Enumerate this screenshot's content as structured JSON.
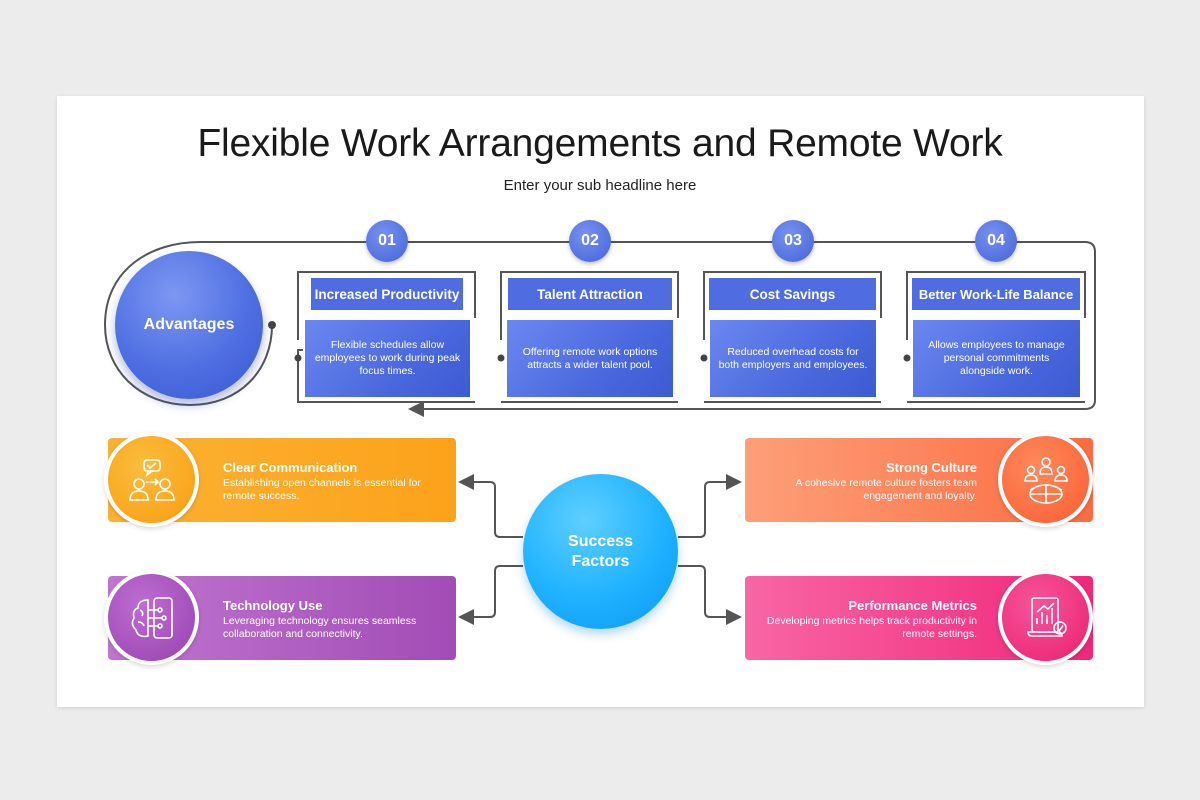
{
  "header": {
    "title": "Flexible Work Arrangements and Remote Work",
    "subtitle": "Enter your sub headline here"
  },
  "advantages": {
    "label": "Advantages",
    "items": [
      {
        "number": "01",
        "title": "Increased Productivity",
        "text": "Flexible schedules allow employees to work during peak focus times."
      },
      {
        "number": "02",
        "title": "Talent Attraction",
        "text": "Offering remote work options attracts a wider talent pool."
      },
      {
        "number": "03",
        "title": "Cost Savings",
        "text": "Reduced overhead costs for both employers and employees."
      },
      {
        "number": "04",
        "title": "Better Work-Life Balance",
        "text": "Allows employees to manage personal commitments alongside work."
      }
    ]
  },
  "success": {
    "label_line1": "Success",
    "label_line2": "Factors",
    "factors": [
      {
        "title": "Clear Communication",
        "text": "Establishing open channels is essential for remote success.",
        "icon": "people-chat-icon",
        "color": "#fba31c"
      },
      {
        "title": "Strong Culture",
        "text": "A cohesive remote culture fosters team engagement and loyalty.",
        "icon": "team-globe-icon",
        "color": "#fc6c41"
      },
      {
        "title": "Technology Use",
        "text": "Leveraging technology ensures seamless collaboration and connectivity.",
        "icon": "brain-circuit-icon",
        "color": "#a64cb8"
      },
      {
        "title": "Performance Metrics",
        "text": "Developing metrics helps track productivity in remote settings.",
        "icon": "chart-report-icon",
        "color": "#f2307a"
      }
    ]
  },
  "colors": {
    "advantage_blue": "#4f6de0",
    "success_blue": "#1eb2ff",
    "line": "#555555"
  }
}
